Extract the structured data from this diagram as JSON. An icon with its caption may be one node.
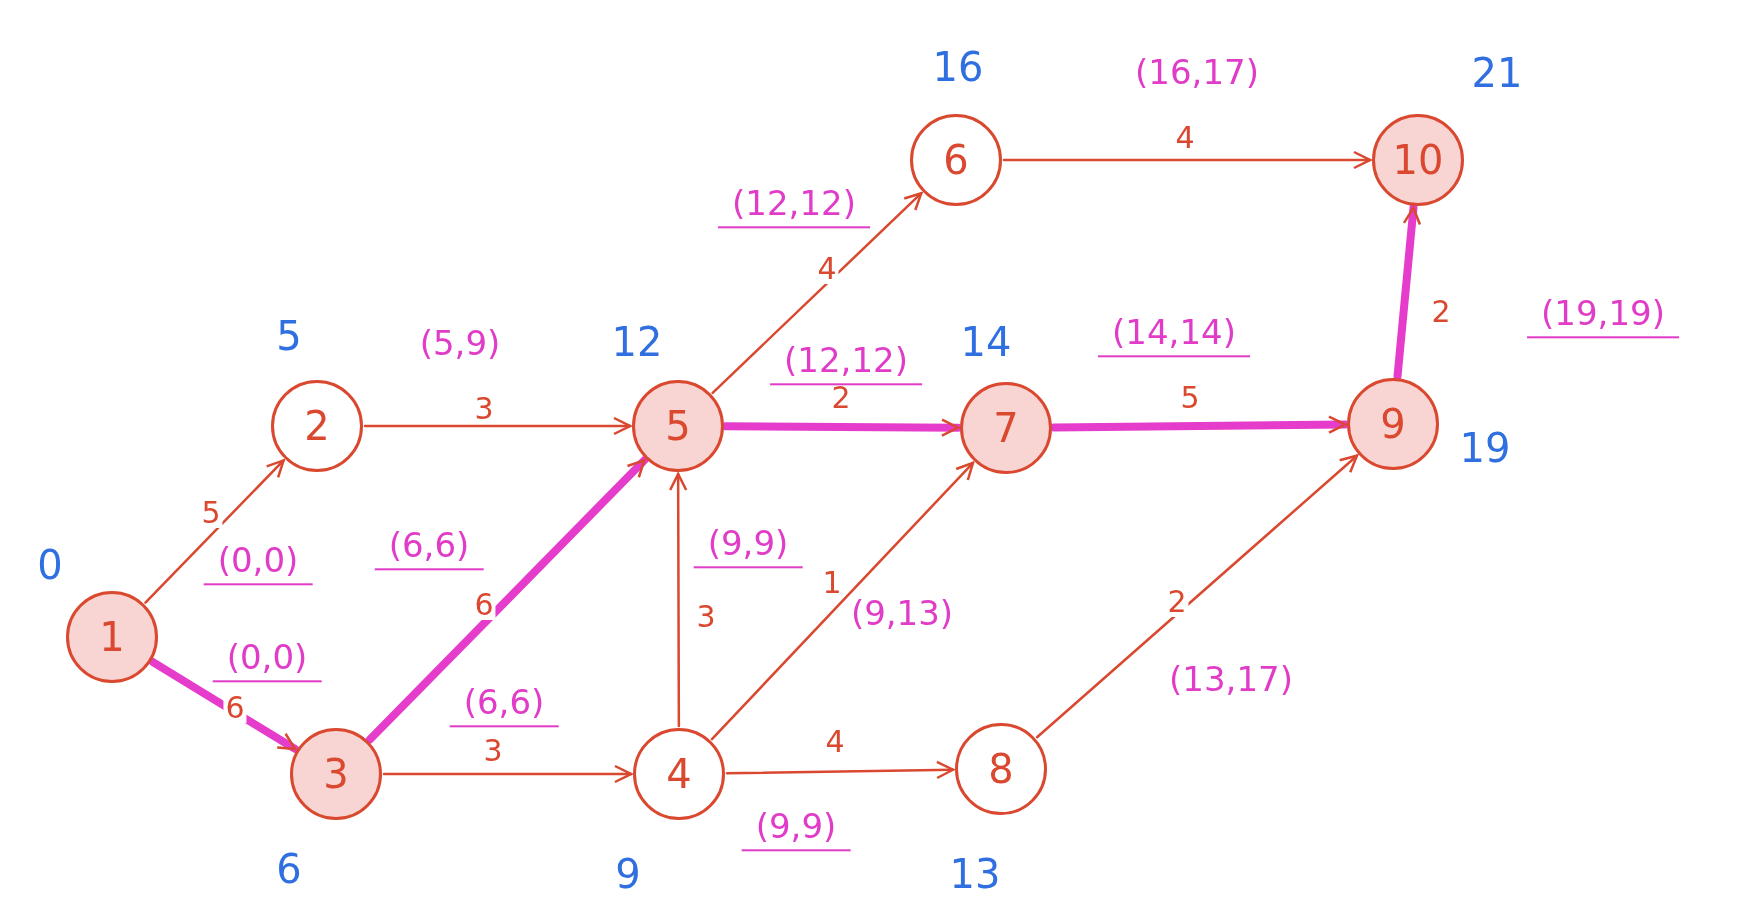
{
  "diagram": {
    "nodes": [
      {
        "text": [
          "1"
        ],
        "beside": [
          "0"
        ]
      },
      {
        "text": [
          "2"
        ],
        "beside": [
          "5"
        ]
      },
      {
        "text": [
          "3"
        ],
        "beside": [
          "6"
        ]
      },
      {
        "text": [
          "4"
        ],
        "beside": [
          "9"
        ]
      },
      {
        "text": [
          "5"
        ],
        "beside": [
          "12"
        ]
      },
      {
        "text": [
          "6"
        ],
        "beside": [
          "16"
        ]
      },
      {
        "text": [
          "7"
        ],
        "beside": [
          "14"
        ]
      },
      {
        "text": [
          "8"
        ],
        "beside": [
          "13"
        ]
      },
      {
        "text": [
          "9"
        ],
        "beside": [
          "19"
        ]
      },
      {
        "text": [
          "10"
        ],
        "beside": [
          "21"
        ]
      }
    ],
    "edges": [
      {
        "from": 0,
        "to": 1,
        "arrow": "to",
        "label": "5"
      },
      {
        "from": 0,
        "to": 2,
        "arrow": "to",
        "label": "6",
        "style": "thick",
        "color": "#e53ccb"
      },
      {
        "from": 1,
        "to": 4,
        "arrow": "to",
        "label": "3"
      },
      {
        "from": 2,
        "to": 4,
        "arrow": "to",
        "label": "6",
        "style": "thick",
        "color": "#e53ccb"
      },
      {
        "from": 2,
        "to": 3,
        "arrow": "to",
        "label": "3"
      },
      {
        "from": 3,
        "to": 4,
        "arrow": "to",
        "label": "3"
      },
      {
        "from": 3,
        "to": 6,
        "arrow": "to",
        "label": "1"
      },
      {
        "from": 3,
        "to": 7,
        "arrow": "to",
        "label": "4"
      },
      {
        "from": 4,
        "to": 5,
        "arrow": "to",
        "label": "4"
      },
      {
        "from": 4,
        "to": 6,
        "arrow": "to",
        "label": "2",
        "style": "thick",
        "color": "#e53ccb"
      },
      {
        "from": 5,
        "to": 9,
        "arrow": "to",
        "label": "4"
      },
      {
        "from": 6,
        "to": 8,
        "arrow": "to",
        "label": "5",
        "style": "thick",
        "color": "#e53ccb"
      },
      {
        "from": 7,
        "to": 8,
        "arrow": "to",
        "label": "2"
      },
      {
        "from": 8,
        "to": 9,
        "arrow": "to",
        "label": "2",
        "style": "thick",
        "color": "#e53ccb"
      }
    ],
    "labels": [
      "(16,17)",
      "(12,12)",
      "(5,9)",
      "(14,14)",
      "(12,12)",
      "(19,19)",
      "(0,0)",
      "(9,9)",
      "(6,6)",
      "(9,13)",
      "(0,0)",
      "(13,17)",
      "(6,6)",
      "(9,9)"
    ]
  }
}
